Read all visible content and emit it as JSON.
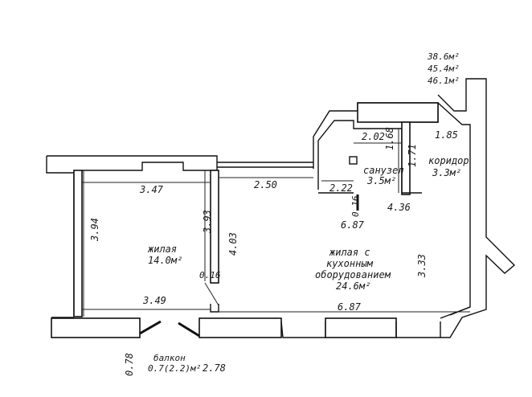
{
  "totals": {
    "line1": "38.6м²",
    "line2": "45.4м²",
    "line3": "46.1м²"
  },
  "rooms": {
    "bathroom": {
      "name": "санузел",
      "area": "3.5м²"
    },
    "corridor": {
      "name": "коридор",
      "area": "3.3м²"
    },
    "bedroom": {
      "name": "жилая",
      "area": "14.0м²"
    },
    "living": {
      "line1": "жилая с",
      "line2": "кухонным",
      "line3": "оборудованием",
      "area": "24.6м²"
    },
    "balcony": {
      "name": "балкон",
      "area": "0.7(2.2)м²"
    }
  },
  "dimensions": {
    "d_2_02": "2.02",
    "d_1_68": "1.68",
    "d_1_85": "1.85",
    "d_1_71": "1.71",
    "d_2_22": "2.22",
    "d_2_50": "2.50",
    "d_3_47": "3.47",
    "d_0_16": "0.16",
    "d_4_36": "4.36",
    "d_3_94": "3.94",
    "d_3_93": "3.93",
    "d_4_03": "4.03",
    "d_6_87_top": "6.87",
    "d_3_33": "3.33",
    "d_0_16b": "0.16",
    "d_3_49": "3.49",
    "d_6_87_bottom": "6.87",
    "d_0_78": "0.78",
    "d_2_78": "2.78"
  },
  "colors": {
    "ink": "#111111",
    "paper": "#ffffff"
  }
}
